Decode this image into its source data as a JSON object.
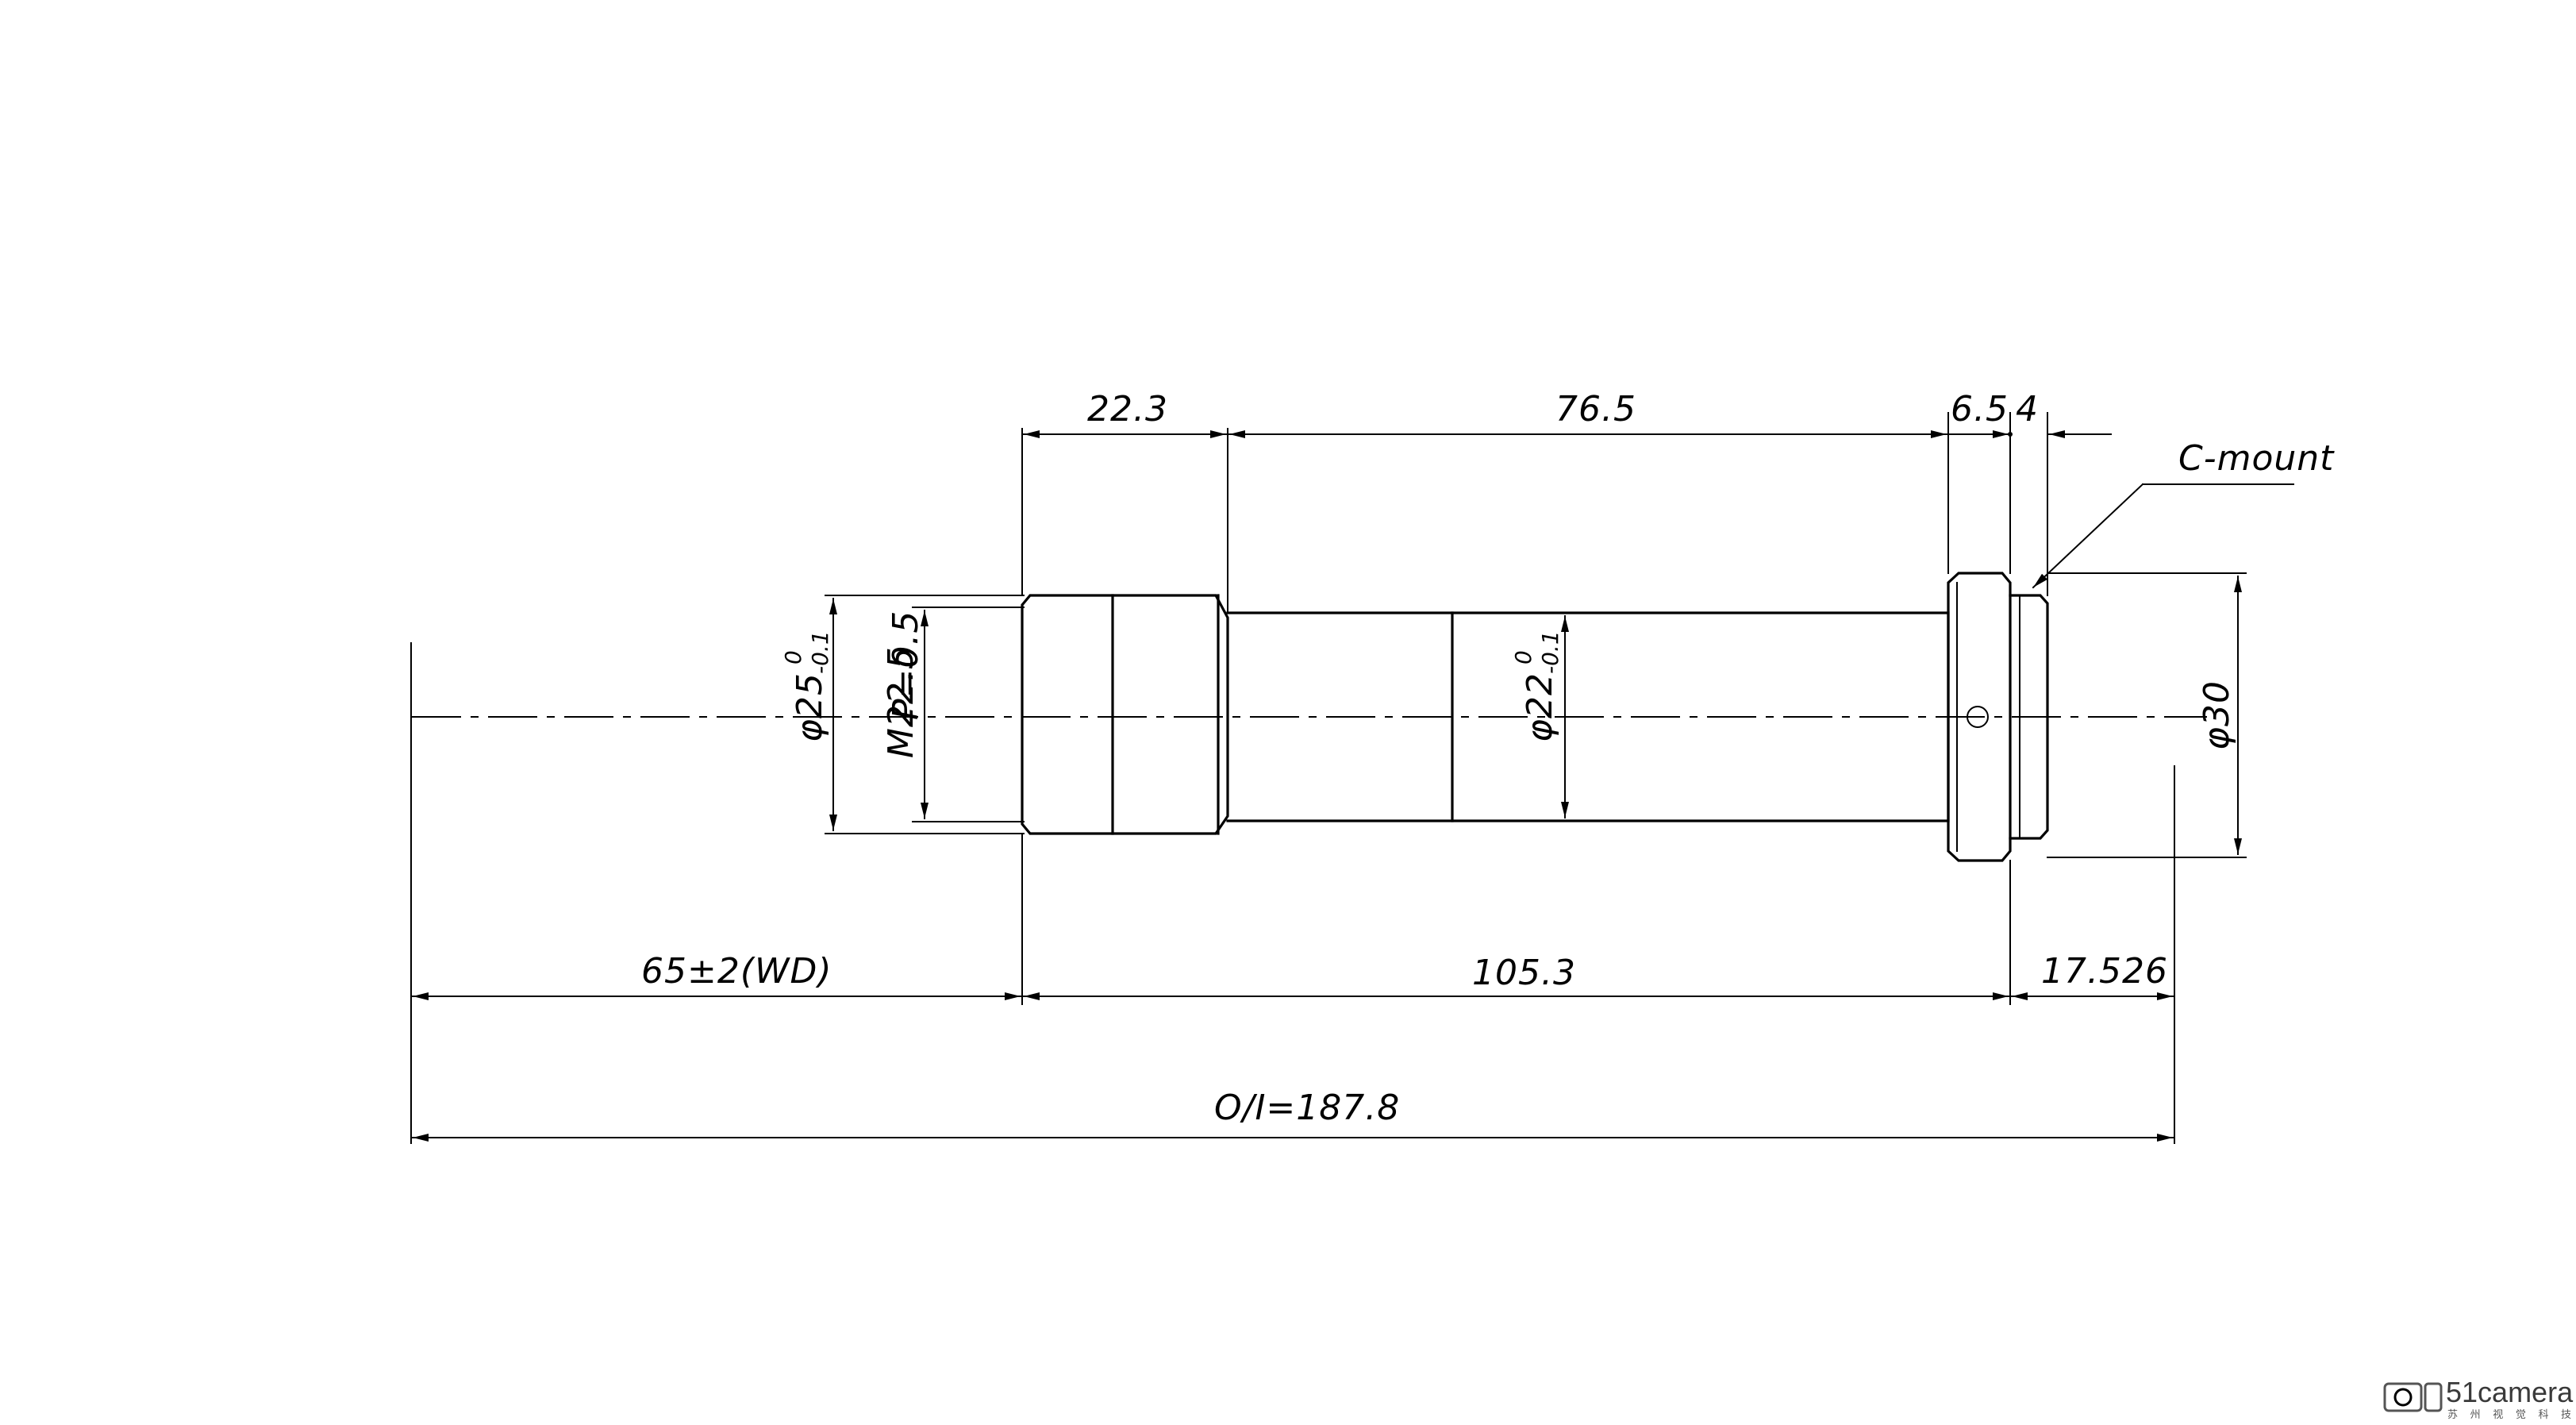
{
  "dimensions": {
    "front_length": "22.3",
    "tube_length": "76.5",
    "ring_width": "6.5",
    "mount_width": "4",
    "working_distance": "65±2(WD)",
    "body_length": "105.3",
    "flange_distance": "17.526",
    "object_to_image": "O/I=187.8",
    "diameter_front_prefix": "φ25",
    "diameter_front_tol_upper": "0",
    "diameter_front_tol_lower": "-0.1",
    "thread": "M22.5",
    "thread_pitch": "P=0.5",
    "diameter_tube_prefix": "φ22",
    "diameter_tube_tol_upper": "0",
    "diameter_tube_tol_lower": "-0.1",
    "diameter_rear": "φ30"
  },
  "labels": {
    "mount_callout": "C-mount"
  },
  "watermark": {
    "brand": "51camera",
    "subtitle": "苏 州 视 觉 科 技"
  }
}
